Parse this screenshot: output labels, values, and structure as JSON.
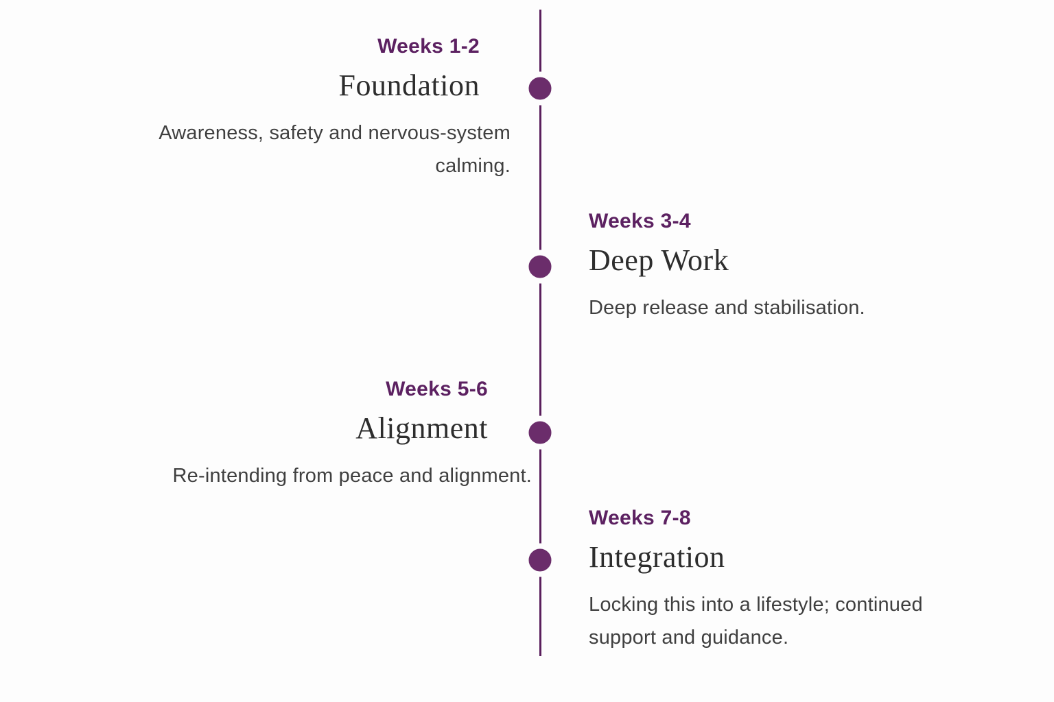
{
  "theme": {
    "bg": "#fdfdfd",
    "line": "#5a1f5c",
    "dot": "#6b2d6b",
    "accent": "#5c2161",
    "title": "#2d2d2d",
    "body": "#3f3f3f"
  },
  "timeline": {
    "items": [
      {
        "weeks_label": "Weeks 1-2",
        "title": "Foundation",
        "description": "Awareness, safety and nervous-system calming.",
        "side": "left"
      },
      {
        "weeks_label": "Weeks 3-4",
        "title": "Deep Work",
        "description": "Deep release and stabilisation.",
        "side": "right"
      },
      {
        "weeks_label": "Weeks 5-6",
        "title": "Alignment",
        "description": "Re-intending from peace and alignment.",
        "side": "left"
      },
      {
        "weeks_label": "Weeks 7-8",
        "title": "Integration",
        "description": "Locking this into a lifestyle; continued support and guidance.",
        "side": "right"
      }
    ]
  }
}
